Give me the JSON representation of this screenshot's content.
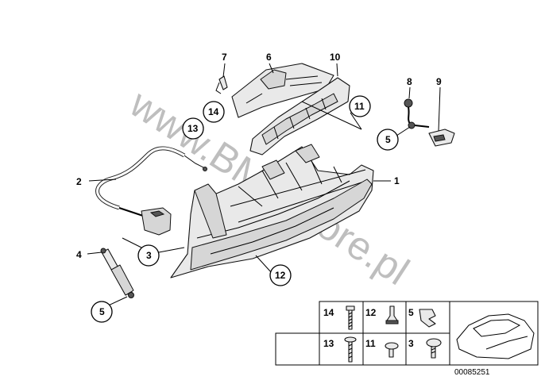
{
  "watermark": "www.BMWstore.pl",
  "diagram_id": "00085251",
  "callouts": {
    "c1": "1",
    "c2": "2",
    "c3": "3",
    "c4": "4",
    "c5a": "5",
    "c5b": "5",
    "c6": "6",
    "c7": "7",
    "c8": "8",
    "c9": "9",
    "c10": "10",
    "c11": "11",
    "c12": "12",
    "c13": "13",
    "c14": "14"
  },
  "legend": {
    "row1": [
      "14",
      "12",
      "5"
    ],
    "row2": [
      "13",
      "11",
      "3"
    ]
  }
}
